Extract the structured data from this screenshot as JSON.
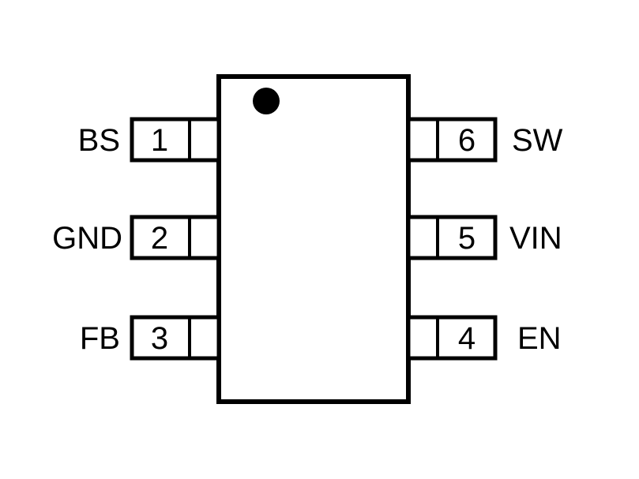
{
  "package": {
    "pins_left": [
      {
        "number": "1",
        "name": "BS"
      },
      {
        "number": "2",
        "name": "GND"
      },
      {
        "number": "3",
        "name": "FB"
      }
    ],
    "pins_right": [
      {
        "number": "6",
        "name": "SW"
      },
      {
        "number": "5",
        "name": "VIN"
      },
      {
        "number": "4",
        "name": "EN"
      }
    ]
  }
}
